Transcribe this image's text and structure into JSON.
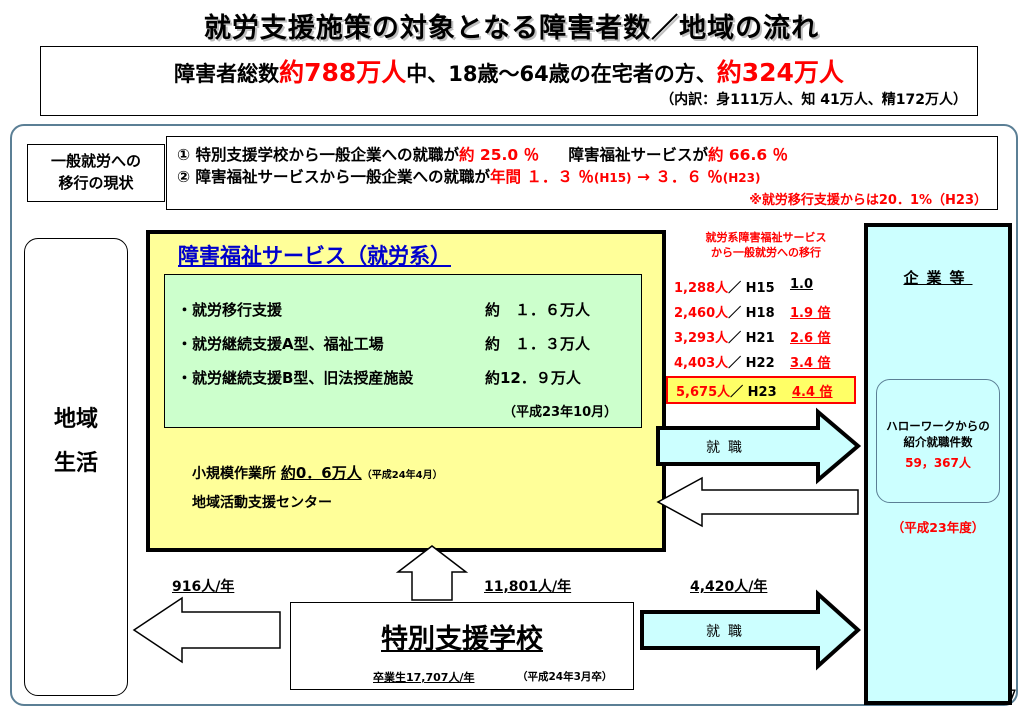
{
  "title": "就労支援施策の対象となる障害者数／地域の流れ",
  "summary": {
    "prefix": "障害者総数",
    "total": "約788万人",
    "middle": "中、18歳～64歳の在宅者の方、",
    "home_working_age": "約324万人",
    "breakdown": "（内訳：身111万人、知 41万人、精172万人）"
  },
  "transition_status": {
    "label_line1": "一般就労への",
    "label_line2": "移行の現状",
    "line1_text": "① 特別支援学校から一般企業への就職が",
    "line1_value": "約 25.0 ％",
    "line1_text2": "障害福祉サービスが",
    "line1_value2": "約 66.6 ％",
    "line2_text": "② 障害福祉サービスから一般企業への就職が",
    "line2_value": "年間 １．３ ％",
    "line2_year": "(H15)",
    "line2_arrow": "→",
    "line2_value2": "３．６ ％",
    "line2_year2": "(H23)",
    "note": "※就労移行支援からは20．1%（H23）"
  },
  "region": {
    "line1": "地域",
    "line2": "生活"
  },
  "welfare": {
    "title": "障害福祉サービス（就労系）",
    "services": [
      {
        "name": "・就労移行支援",
        "value": "約　１．６万人"
      },
      {
        "name": "・就労継続支援A型、福祉工場",
        "value": "約　１．３万人"
      },
      {
        "name": "・就労継続支援B型、旧法授産施設",
        "value": "約12．９万人"
      }
    ],
    "services_date": "（平成23年10月）",
    "small_work_label": "小規模作業所",
    "small_work_value": "約0．6万人",
    "small_work_date": "（平成24年4月）",
    "activity_center": "地域活動支援センター"
  },
  "transition_trend": {
    "heading_line1": "就労系障害福祉サービス",
    "heading_line2": "から一般就労への移行",
    "rows": [
      {
        "count": "1,288人",
        "year": "／ H15",
        "ratio": "1.0"
      },
      {
        "count": "2,460人",
        "year": "／ H18",
        "ratio": "1.9 倍"
      },
      {
        "count": "3,293人",
        "year": "／ H21",
        "ratio": "2.6 倍"
      },
      {
        "count": "4,403人",
        "year": "／ H22",
        "ratio": "3.4 倍"
      },
      {
        "count": "5,675人",
        "year": "／ H23",
        "ratio": "4.4 倍"
      }
    ]
  },
  "company": {
    "label": "企業等",
    "hellowork_line1": "ハローワークからの",
    "hellowork_line2": "紹介就職件数",
    "hellowork_count": "59，367人",
    "hellowork_date": "（平成23年度）"
  },
  "school": {
    "title": "特別支援学校",
    "graduates": "卒業生17,707人/年",
    "date": "（平成24年3月卒）"
  },
  "flows": {
    "employment_label": "就職",
    "to_region": "916人/年",
    "to_welfare": "11,801人/年",
    "to_company": "4,420人/年"
  },
  "colors": {
    "accent_red": "#ff0000",
    "welfare_fill": "#ffff99",
    "welfare_inner_fill": "#ccffcc",
    "company_fill": "#ccffff",
    "arrow_fill": "#ccffff",
    "title_blue": "#0000cc"
  },
  "page_number": "7"
}
